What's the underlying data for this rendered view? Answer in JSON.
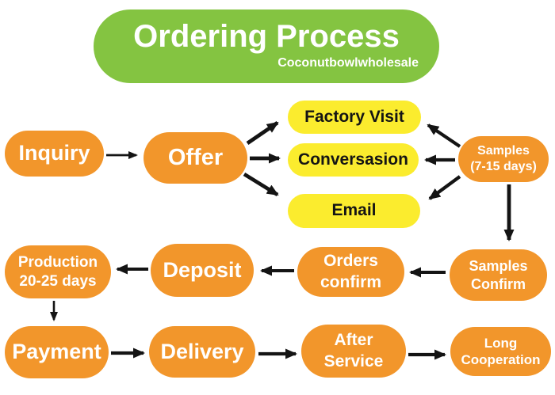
{
  "header": {
    "title": "Ordering Process",
    "subtitle": "Coconutbowlwholesale"
  },
  "colors": {
    "green": "#84C441",
    "orange": "#F2962B",
    "yellow": "#FBEC2E",
    "ink": "#141414",
    "background": "#FFFFFF"
  },
  "nodes": {
    "inquiry": {
      "label": "Inquiry"
    },
    "offer": {
      "label": "Offer"
    },
    "factory_visit": {
      "label": "Factory Visit"
    },
    "conversasion": {
      "label": "Conversasion"
    },
    "email": {
      "label": "Email"
    },
    "samples_days": {
      "line1": "Samples",
      "line2": "(7-15 days)"
    },
    "production": {
      "line1": "Production",
      "line2": "20-25 days"
    },
    "deposit": {
      "label": "Deposit"
    },
    "orders_confirm": {
      "line1": "Orders",
      "line2": "confirm"
    },
    "samples_confirm": {
      "line1": "Samples",
      "line2": "Confirm"
    },
    "payment": {
      "label": "Payment"
    },
    "delivery": {
      "label": "Delivery"
    },
    "after_service": {
      "line1": "After",
      "line2": "Service"
    },
    "long_cooperation": {
      "line1": "Long",
      "line2": "Cooperation"
    }
  }
}
